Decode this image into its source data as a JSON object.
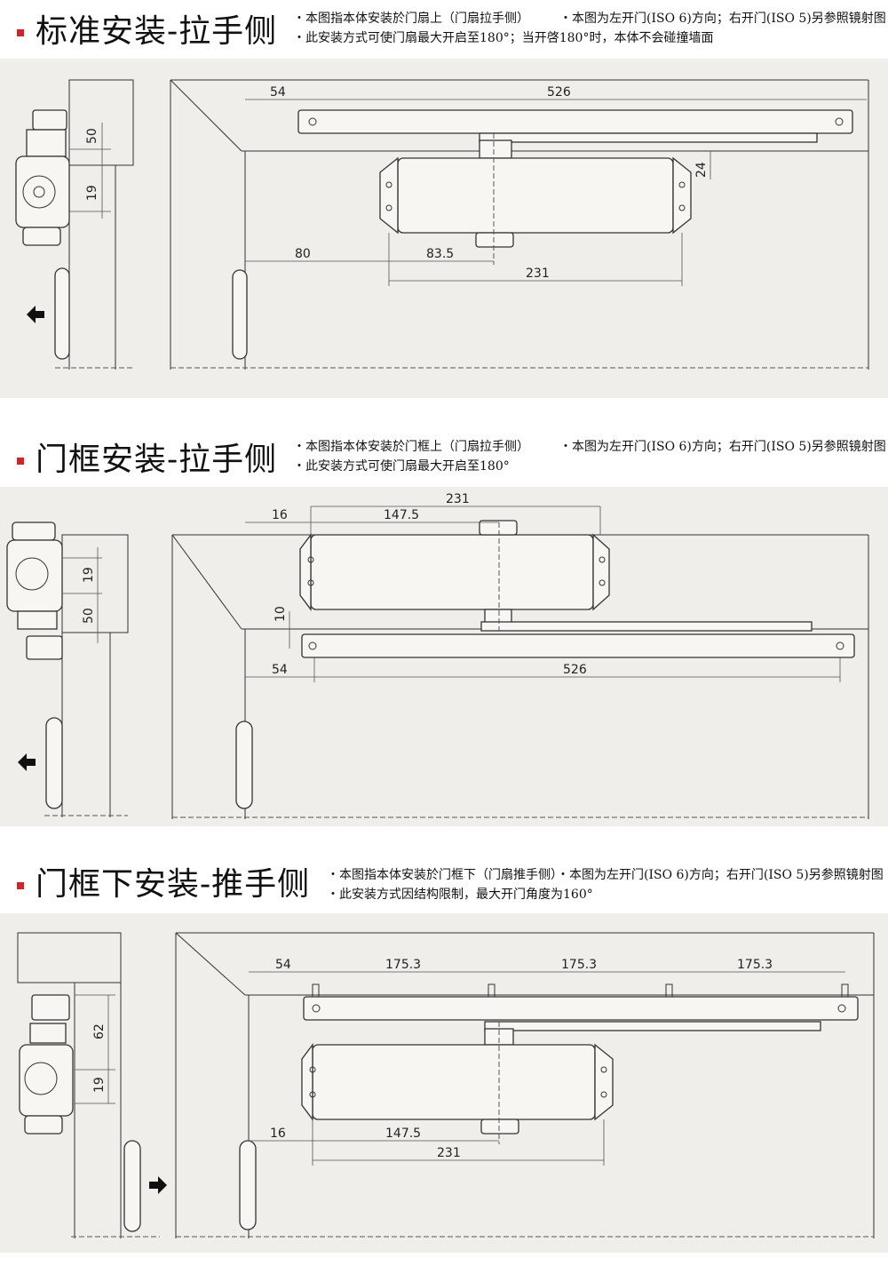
{
  "sections": [
    {
      "title": "标准安装-拉手侧",
      "note_left_1": "・本图指本体安装於门扇上（门扇拉手侧）",
      "note_left_2": "・此安装方式可使门扇最大开启至180°；当开啓180°时，本体不会碰撞墙面",
      "note_right": "・本图为左开门(ISO 6)方向；右开门(ISO 5)另参照镜射图",
      "dims": {
        "d54": "54",
        "d526": "526",
        "d50": "50",
        "d19": "19",
        "d24": "24",
        "d80": "80",
        "d83_5": "83.5",
        "d231": "231"
      }
    },
    {
      "title": "门框安装-拉手侧",
      "note_left_1": "・本图指本体安装於门框上（门扇拉手侧）",
      "note_left_2": "・此安装方式可使门扇最大开启至180°",
      "note_right": "・本图为左开门(ISO 6)方向；右开门(ISO 5)另参照镜射图",
      "dims": {
        "d231": "231",
        "d16": "16",
        "d147_5": "147.5",
        "d19": "19",
        "d50": "50",
        "d10": "10",
        "d54": "54",
        "d526": "526"
      }
    },
    {
      "title": "门框下安装-推手侧",
      "note_left_1": "・本图指本体安装於门框下（门扇推手侧）・本图为左开门(ISO 6)方向；右开门(ISO 5)另参照镜射图",
      "note_left_2": "・此安装方式因结构限制，最大开门角度为160°",
      "dims": {
        "d54": "54",
        "d175_3a": "175.3",
        "d175_3b": "175.3",
        "d175_3c": "175.3",
        "d62": "62",
        "d19": "19",
        "d16": "16",
        "d147_5": "147.5",
        "d231": "231"
      }
    }
  ],
  "icons": [
    "arrow-left-icon",
    "arrow-left-icon",
    "arrow-right-icon"
  ]
}
